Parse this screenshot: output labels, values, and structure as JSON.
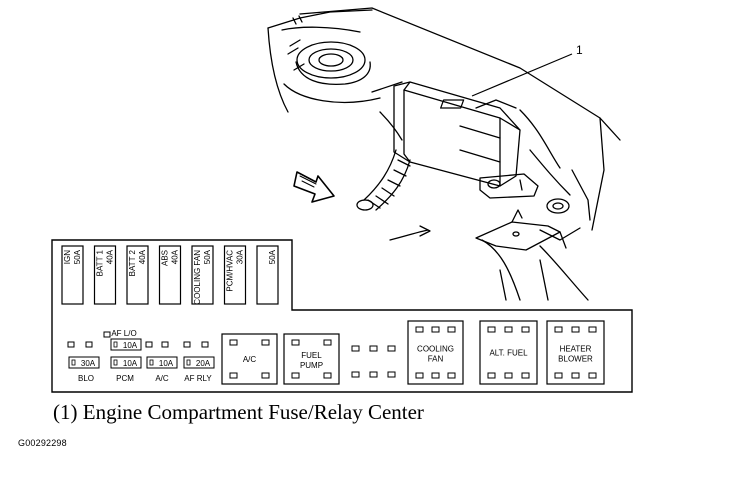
{
  "callout_number": "1",
  "caption": "(1) Engine Compartment Fuse/Relay Center",
  "figure_code": "G00292298",
  "maxi_fuses": [
    {
      "name": "IGN",
      "rating": "50A"
    },
    {
      "name": "BATT 1",
      "rating": "40A"
    },
    {
      "name": "BATT 2",
      "rating": "40A"
    },
    {
      "name": "ABS",
      "rating": "40A"
    },
    {
      "name": "COOLING FAN",
      "rating": "50A"
    },
    {
      "name": "PCM/HVAC",
      "rating": "30A"
    },
    {
      "name": "",
      "rating": "50A"
    }
  ],
  "mini_fuses": [
    {
      "name": "AF L/O",
      "rating": "10A"
    },
    {
      "name": "BLO",
      "rating": "30A"
    },
    {
      "name": "PCM",
      "rating": "10A"
    },
    {
      "name": "A/C",
      "rating": "10A"
    },
    {
      "name": "AF RLY",
      "rating": "20A"
    }
  ],
  "relays": [
    {
      "label_line1": "A/C",
      "label_line2": ""
    },
    {
      "label_line1": "FUEL",
      "label_line2": "PUMP"
    },
    {
      "label_line1": "COOLING",
      "label_line2": "FAN"
    },
    {
      "label_line1": "ALT. FUEL",
      "label_line2": ""
    },
    {
      "label_line1": "HEATER",
      "label_line2": "BLOWER"
    }
  ]
}
